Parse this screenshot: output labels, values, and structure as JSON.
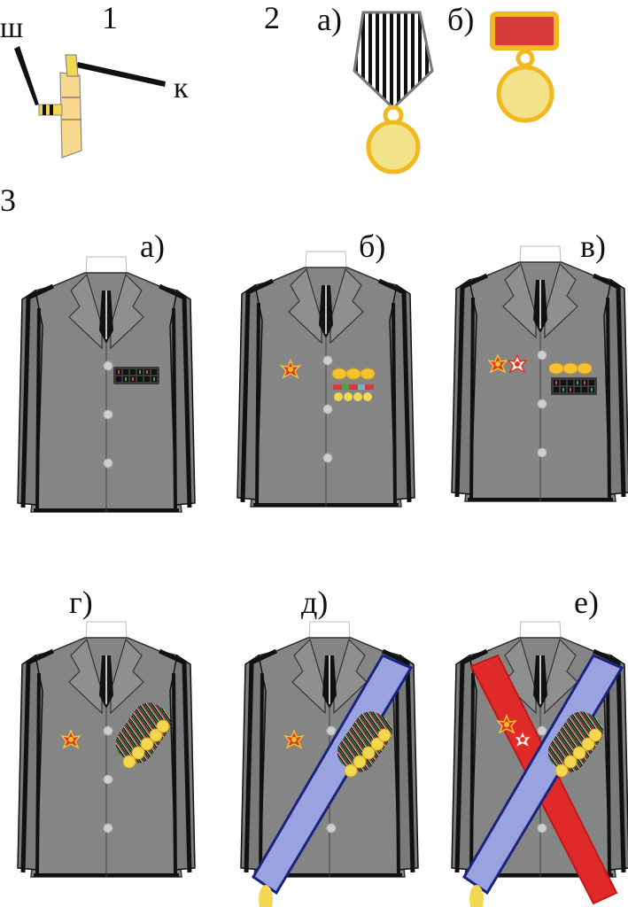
{
  "labels": {
    "section_1": "1",
    "section_2": "2",
    "section_3": "3",
    "shoulder_label": "ш",
    "neck_label": "к",
    "medal_a": "а)",
    "medal_b": "б)"
  },
  "jackets": [
    {
      "label": "а)",
      "variant": "ribbon-bars"
    },
    {
      "label": "б)",
      "variant": "orders-medals-ribbons"
    },
    {
      "label": "в)",
      "variant": "stars-medals-bars"
    },
    {
      "label": "г)",
      "variant": "star-medal-chain"
    },
    {
      "label": "д)",
      "variant": "blue-sash"
    },
    {
      "label": "е)",
      "variant": "blue-and-red-sash"
    }
  ],
  "colors": {
    "jacket": "#808080",
    "jacket_outline": "#111111",
    "gold": "#f2c230",
    "gold_light": "#f2e38a",
    "sash_blue": "#9aa3e0",
    "sash_blue_edge": "#1a237e",
    "sash_red": "#e02a2a",
    "medal_bar_red": "#d63a3a",
    "bar_dark": "#3a3a3a"
  },
  "icons": [
    "order-badge-icon",
    "medal-round-icon",
    "medal-pentagon-icon",
    "star-order-icon"
  ]
}
